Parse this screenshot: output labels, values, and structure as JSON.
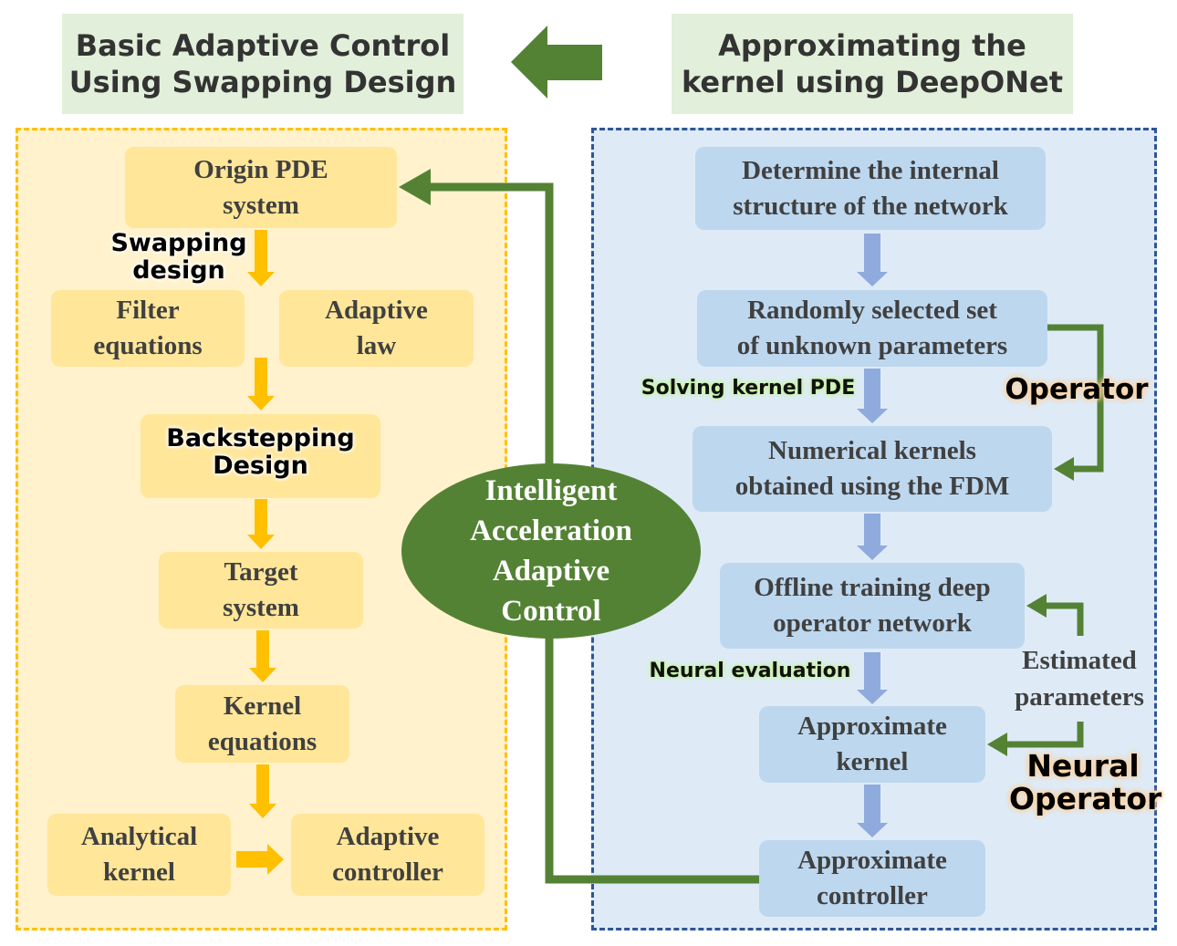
{
  "colors": {
    "header_bg": "#e2efda",
    "left_panel_bg": "#fff2cc",
    "left_panel_border": "#ffc000",
    "left_step_fill": "#ffe699",
    "left_arrow": "#ffc000",
    "right_panel_bg": "#deebf7",
    "right_panel_border": "#2f5597",
    "right_step_fill": "#bdd7ee",
    "right_arrow": "#8faadc",
    "connector_green": "#548235"
  },
  "headers": {
    "left": "Basic Adaptive Control\nUsing Swapping Design",
    "right": "Approximating the\nkernel using DeepONet"
  },
  "left_steps": {
    "origin_pde": "Origin PDE\nsystem",
    "filter_equations": "Filter\nequations",
    "adaptive_law": "Adaptive\nlaw",
    "backstepping": "Backstepping\nDesign",
    "target_system": "Target\nsystem",
    "kernel_equations": "Kernel\nequations",
    "analytical_kernel": "Analytical\nkernel",
    "adaptive_controller": "Adaptive\ncontroller"
  },
  "left_labels": {
    "swapping_design": "Swapping\ndesign"
  },
  "right_steps": {
    "determine_structure": "Determine the internal\nstructure of the network",
    "random_parameters": "Randomly selected set\nof unknown parameters",
    "numerical_kernels": "Numerical kernels\nobtained using the FDM",
    "offline_training": "Offline training deep\noperator network",
    "approximate_kernel": "Approximate\nkernel",
    "approximate_controller": "Approximate\ncontroller"
  },
  "right_labels": {
    "solving_kernel_pde": "Solving kernel PDE",
    "neural_evaluation": "Neural evaluation",
    "operator": "Operator",
    "estimated_parameters": "Estimated\nparameters",
    "neural_operator": "Neural\nOperator"
  },
  "center": {
    "ellipse": "Intelligent\nAcceleration\nAdaptive\nControl"
  }
}
